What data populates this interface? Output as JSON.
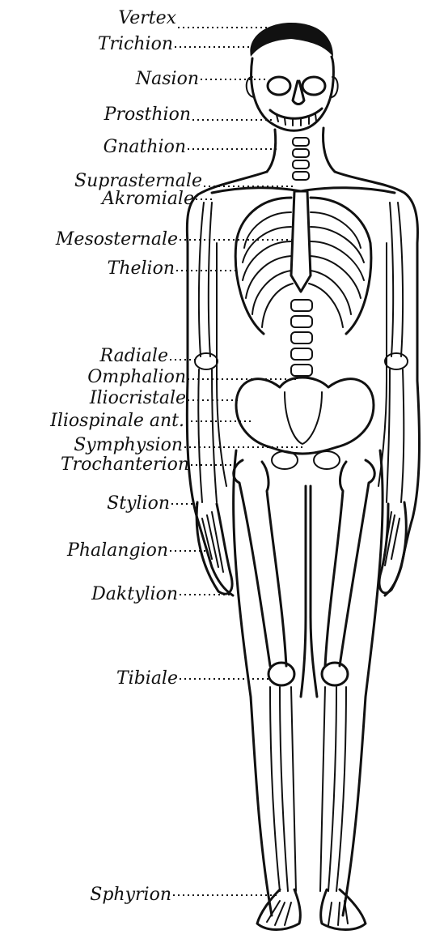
{
  "landmarks": [
    {
      "label": "Vertex"
    },
    {
      "label": "Trichion"
    },
    {
      "label": "Nasion"
    },
    {
      "label": "Prosthion"
    },
    {
      "label": "Gnathion"
    },
    {
      "label": "Suprasternale"
    },
    {
      "label": "Akromiale"
    },
    {
      "label": "Mesosternale"
    },
    {
      "label": "Thelion"
    },
    {
      "label": "Radiale"
    },
    {
      "label": "Omphalion"
    },
    {
      "label": "Iliocristale"
    },
    {
      "label": "Iliospinale ant."
    },
    {
      "label": "Symphysion"
    },
    {
      "label": "Trochanterion"
    },
    {
      "label": "Stylion"
    },
    {
      "label": "Phalangion"
    },
    {
      "label": "Daktylion"
    },
    {
      "label": "Tibiale"
    },
    {
      "label": "Sphyrion"
    }
  ]
}
